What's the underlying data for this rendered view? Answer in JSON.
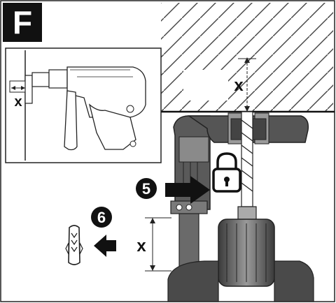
{
  "panel": {
    "letter": "F",
    "depth_label_top": "x",
    "depth_label_inset": "x",
    "depth_label_bottom": "x",
    "step_5": "5",
    "step_6": "6",
    "lock_icon": "padlock-closed",
    "arrow_icon": "arrow-right-solid",
    "arrow_icon_2": "arrow-left-solid"
  }
}
